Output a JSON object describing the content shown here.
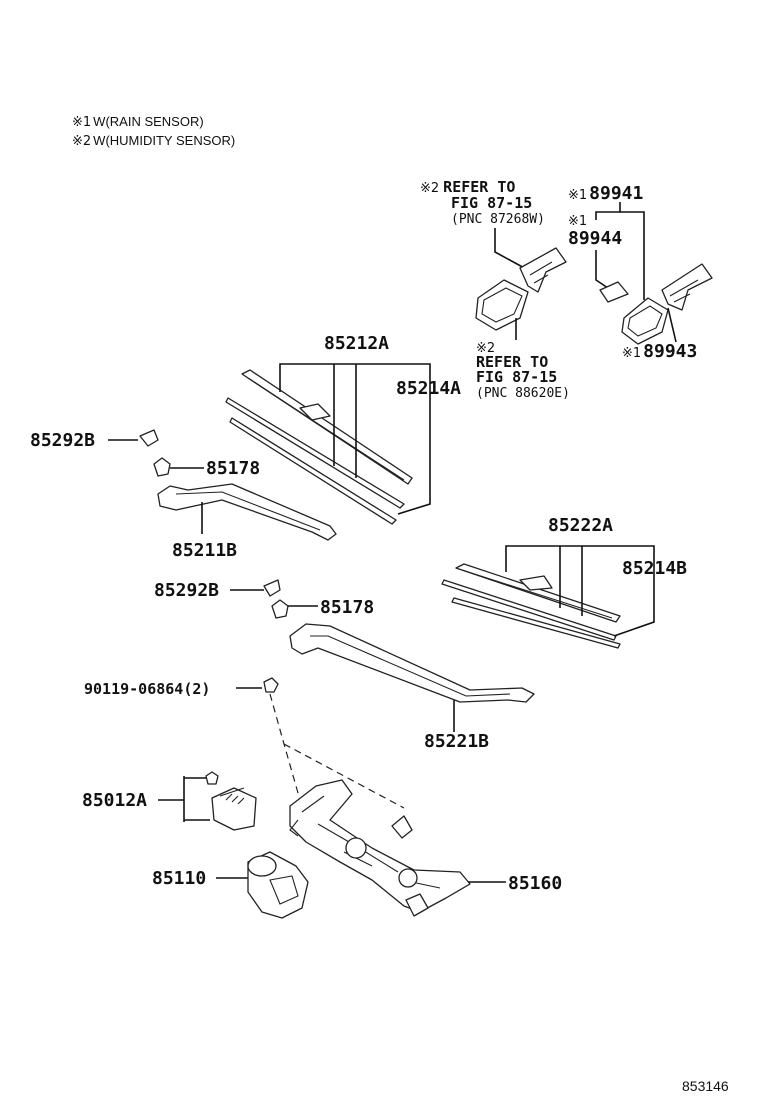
{
  "notes": [
    {
      "mark": "※1",
      "text": "W(RAIN SENSOR)"
    },
    {
      "mark": "※2",
      "text": "W(HUMIDITY SENSOR)"
    }
  ],
  "refs": {
    "ref1": {
      "mark": "※2",
      "line1": "REFER TO",
      "line2": "FIG 87-15",
      "line3": "(PNC 87268W)"
    },
    "ref2": {
      "mark": "※2",
      "line1": "REFER TO",
      "line2": "FIG 87-15",
      "line3": "(PNC 88620E)"
    }
  },
  "parts": {
    "p89941": {
      "mark": "※1",
      "label": "89941"
    },
    "p89944": {
      "mark": "※1",
      "label": "89944"
    },
    "p89943": {
      "mark": "※1",
      "label": "89943"
    },
    "p85212A": "85212A",
    "p85214A": "85214A",
    "p85292B_1": "85292B",
    "p85178_1": "85178",
    "p85211B": "85211B",
    "p85222A": "85222A",
    "p85214B": "85214B",
    "p85292B_2": "85292B",
    "p85178_2": "85178",
    "p90119": "90119-06864(2)",
    "p85221B": "85221B",
    "p85012A": "85012A",
    "p85110": "85110",
    "p85160": "85160"
  },
  "diagram_id": "853146"
}
